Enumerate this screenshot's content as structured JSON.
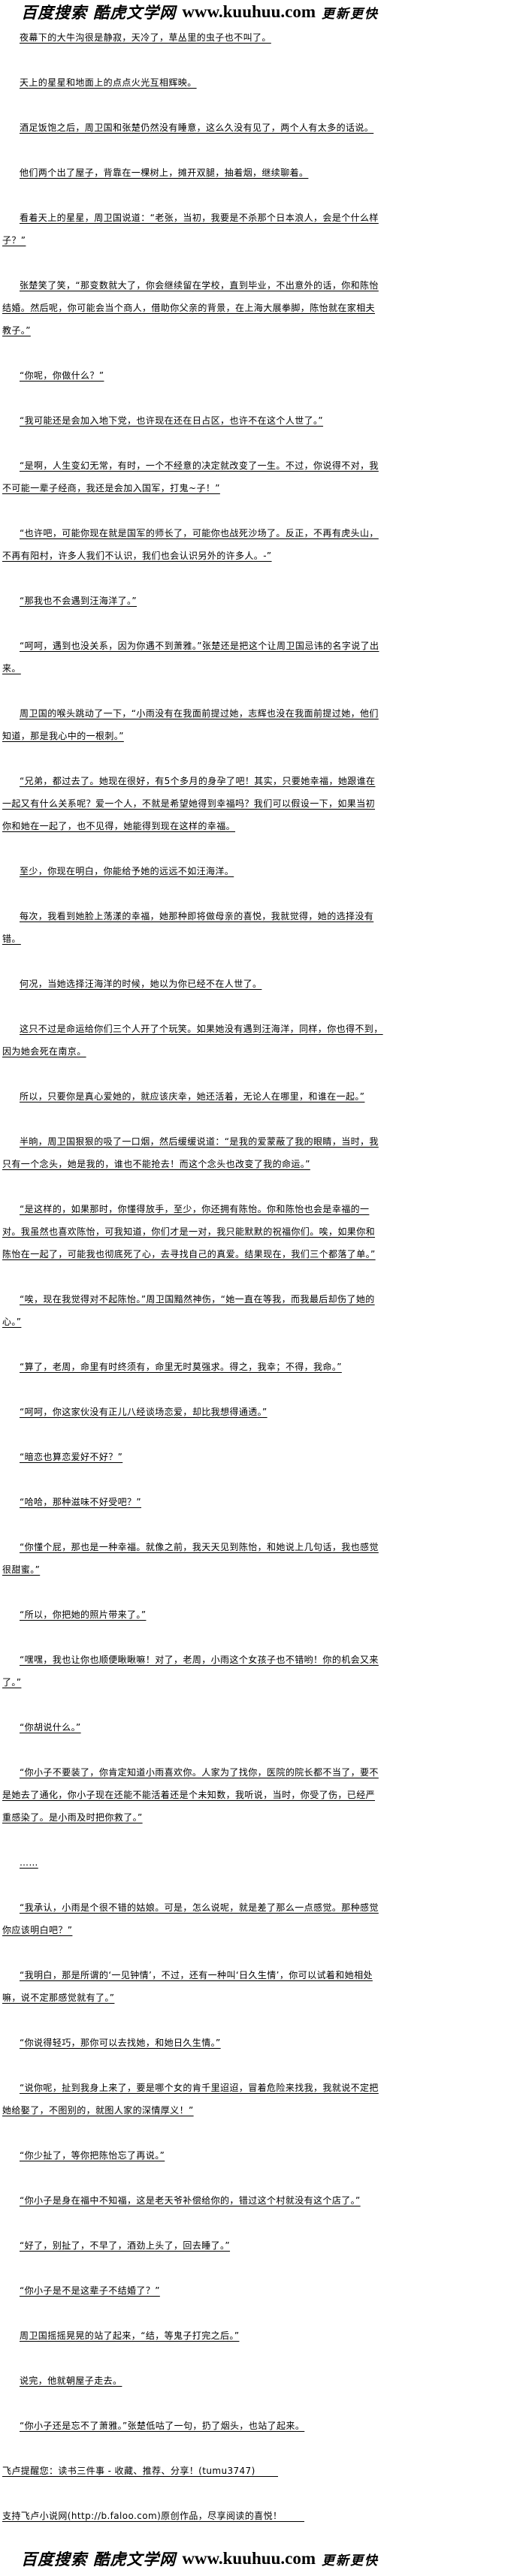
{
  "brand": {
    "cn": "百度搜索 酷虎文学网",
    "url": "www.kuuhuu.com",
    "tagline": "更新更快"
  },
  "paragraphs": [
    "夜幕下的大牛沟很是静寂，天冷了，草丛里的虫子也不叫了。",
    "天上的星星和地面上的点点火光互相辉映。",
    "酒足饭饱之后，周卫国和张楚仍然没有睡意，这么久没有见了，两个人有太多的话说。",
    "他们两个出了屋子，背靠在一棵树上，摊开双腿，抽着烟，继续聊着。",
    "看着天上的星星，周卫国说道：“老张，当初，我要是不杀那个日本浪人，会是个什么样子？”",
    "张楚笑了笑，“那变数就大了，你会继续留在学校，直到毕业，不出意外的话，你和陈怡结婚。然后呢，你可能会当个商人，借助你父亲的背景，在上海大展拳脚，陈怡就在家相夫教子。”",
    "“你呢，你做什么？”",
    "“我可能还是会加入地下党，也许现在还在日占区，也许不在这个人世了。”",
    "“是啊，人生变幻无常，有时，一个不经意的决定就改变了一生。不过，你说得不对，我不可能一辈子经商，我还是会加入国军，打鬼~子！”",
    "“也许吧，可能你现在就是国军的师长了，可能你也战死沙场了。反正，不再有虎头山，不再有阳村，许多人我们不认识，我们也会认识另外的许多人。-”",
    "“那我也不会遇到汪海洋了。”",
    "“呵呵，遇到也没关系，因为你遇不到萧雅。”张楚还是把这个让周卫国忌讳的名字说了出来。",
    "周卫国的喉头跳动了一下，“小雨没有在我面前提过她，志辉也没在我面前提过她，他们知道，那是我心中的一根刺。”",
    "“兄弟，都过去了。她现在很好，有5个多月的身孕了吧！其实，只要她幸福，她跟谁在一起又有什么关系呢？爱一个人，不就是希望她得到幸福吗？我们可以假设一下，如果当初你和她在一起了，也不见得，她能得到现在这样的幸福。",
    "至少，你现在明白，你能给予她的远远不如汪海洋。",
    "每次，我看到她脸上荡漾的幸福，她那种即将做母亲的喜悦，我就觉得，她的选择没有错。",
    "何况，当她选择汪海洋的时候，她以为你已经不在人世了。",
    "这只不过是命运给你们三个人开了个玩笑。如果她没有遇到汪海洋，同样，你也得不到，因为她会死在南京。",
    "所以，只要你是真心爱她的，就应该庆幸，她还活着，无论人在哪里，和谁在一起。”",
    "半晌，周卫国狠狠的吸了一口烟，然后缓缓说道：“是我的爱蒙蔽了我的眼睛，当时，我只有一个念头，她是我的，谁也不能抢去！而这个念头也改变了我的命运。”",
    "“是这样的，如果那时，你懂得放手，至少，你还拥有陈怡。你和陈怡也会是幸福的一对。我虽然也喜欢陈怡，可我知道，你们才是一对，我只能默默的祝福你们。唉，如果你和陈怡在一起了，可能我也彻底死了心，去寻找自己的真爱。结果现在，我们三个都落了单。”",
    "“唉，现在我觉得对不起陈怡。”周卫国黯然神伤，“她一直在等我，而我最后却伤了她的心。”",
    "“算了，老周，命里有时终须有，命里无时莫强求。得之，我幸；不得，我命。”",
    "“呵呵，你这家伙没有正儿八经谈场恋爱，却比我想得通透。”",
    "“暗恋也算恋爱好不好？”",
    "“哈哈，那种滋味不好受吧？”",
    "“你懂个屁，那也是一种幸福。就像之前，我天天见到陈怡，和她说上几句话，我也感觉很甜蜜。”",
    "“所以，你把她的照片带来了。”",
    "“嘿嘿，我也让你也顺便瞅瞅嘛！对了，老周，小雨这个女孩子也不错哟！你的机会又来了。”",
    "“你胡说什么。”",
    "“你小子不要装了，你肯定知道小雨喜欢你。人家为了找你，医院的院长都不当了，要不是她去了通化，你小子现在还能不能活着还是个未知数，我听说，当时，你受了伤，已经严重感染了。是小雨及时把你救了。”",
    "……",
    "“我承认，小雨是个很不错的姑娘。可是，怎么说呢，就是差了那么一点感觉。那种感觉你应该明白吧？”",
    "“我明白，那是所谓的‘一见钟情’，不过，还有一种叫‘日久生情’，你可以试着和她相处嘛，说不定那感觉就有了。”",
    "“你说得轻巧，那你可以去找她，和她日久生情。”",
    "“说你呢，扯到我身上来了，要是哪个女的肯千里迢迢，冒着危险来找我，我就说不定把她给娶了，不图别的，就图人家的深情厚义！”",
    "“你少扯了，等你把陈怡忘了再说。”",
    "“你小子是身在福中不知福，这是老天爷补偿给你的，错过这个村就没有这个店了。”",
    "“好了，别扯了，不早了，酒劲上头了，回去睡了。”",
    "“你小子是不是这辈子不结婚了？”",
    "周卫国摇摇晃晃的站了起来，“结，等鬼子打完之后。”",
    "说完，他就朝屋子走去。",
    "“你小子还是忘不了萧雅。”张楚低咕了一句，扔了烟头，也站了起来。"
  ],
  "footer": {
    "reminder": "飞卢提醒您：读书三件事 - 收藏、推荐、分享！(tumu3747)",
    "support": "支持飞卢小说网(http://b.faloo.com)原创作品，尽享阅读的喜悦！"
  }
}
